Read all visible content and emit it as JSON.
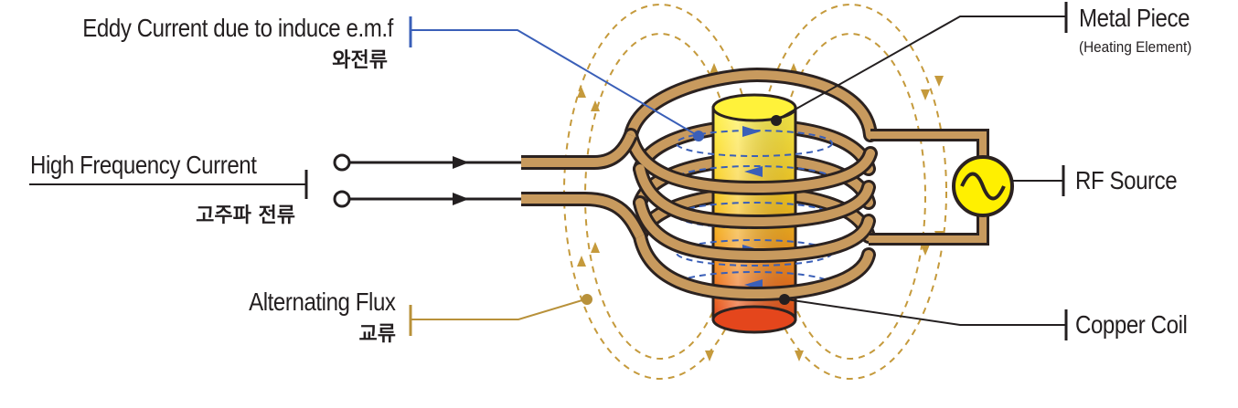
{
  "labels": {
    "eddy_current": "Eddy Current due to induce e.m.f",
    "eddy_current_ko": "와전류",
    "high_frequency": "High Frequency Current",
    "high_frequency_ko": "고주파 전류",
    "alternating_flux": "Alternating Flux",
    "alternating_flux_ko": "교류",
    "metal_piece": "Metal Piece",
    "metal_piece_sub": "(Heating Element)",
    "rf_source": "RF Source",
    "copper_coil": "Copper Coil"
  },
  "colors": {
    "eddy_leader": "#3a5fb8",
    "flux_leader": "#b8913a",
    "flux_lines": "#c59a3c",
    "coil": "#c89a5e",
    "coil_outline": "#2b2220",
    "metal_top": "#fff23a",
    "metal_bottom": "#e8481c",
    "source_fill": "#fff000"
  }
}
